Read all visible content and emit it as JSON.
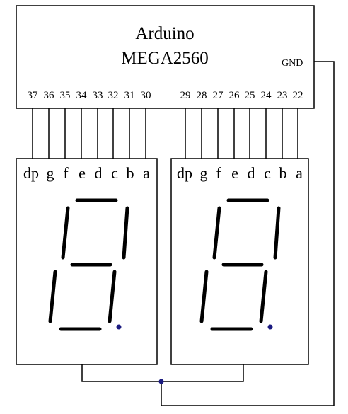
{
  "board": {
    "name": "Arduino",
    "model": "MEGA2560",
    "gnd_label": "GND",
    "left_pins": [
      "37",
      "36",
      "35",
      "34",
      "33",
      "32",
      "31",
      "30"
    ],
    "right_pins": [
      "29",
      "28",
      "27",
      "26",
      "25",
      "24",
      "23",
      "22"
    ]
  },
  "segment_labels": [
    "dp",
    "g",
    "f",
    "e",
    "d",
    "c",
    "b",
    "a"
  ],
  "colors": {
    "line": "#000000",
    "dp_dot": "#1a1a80",
    "junction": "#1a1a80"
  }
}
